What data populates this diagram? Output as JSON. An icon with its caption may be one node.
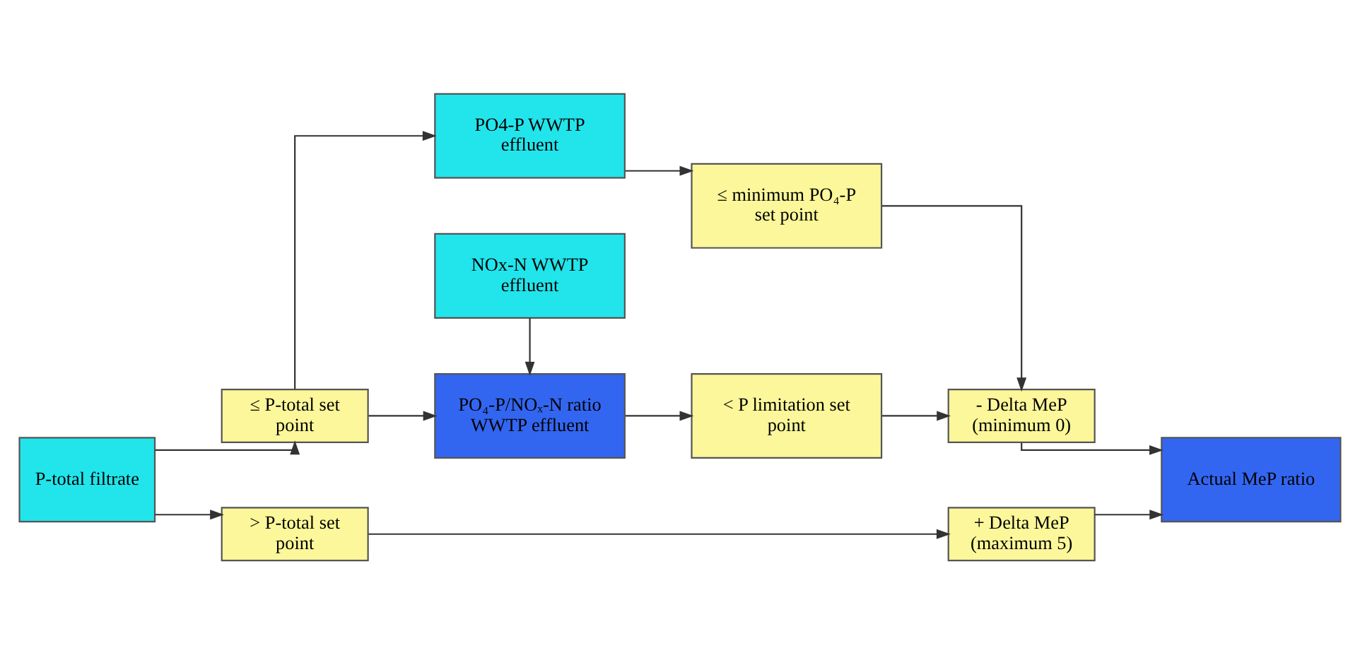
{
  "diagram": {
    "nodes": [
      {
        "text": [
          "P-total filtrate"
        ]
      },
      {
        "text": [
          "≤ P-total set point"
        ]
      },
      {
        "text": [
          "> P-total set point"
        ]
      },
      {
        "text": [
          "PO4-P WWTP effluent"
        ]
      },
      {
        "text": [
          "PO₄-P/NOₓ-N ratio WWTP effluent"
        ]
      },
      {
        "text": [
          "NOx-N WWTP effluent"
        ]
      },
      {
        "text": [
          "≤ minimum PO₄-P set point"
        ]
      },
      {
        "text": [
          "< P limitation set point"
        ]
      },
      {
        "text": [
          "- Delta MeP (minimum 0)"
        ]
      },
      {
        "text": [
          "+ Delta MeP (maximum 5)"
        ]
      },
      {
        "text": [
          "Actual MeP ratio"
        ]
      }
    ],
    "edges": [
      {
        "from": 0,
        "to": 1,
        "arrow": "to"
      },
      {
        "from": 0,
        "to": 2,
        "arrow": "to"
      },
      {
        "from": 1,
        "to": 3,
        "arrow": "to"
      },
      {
        "from": 1,
        "to": 4,
        "arrow": "to"
      },
      {
        "from": 3,
        "to": 6,
        "arrow": "to"
      },
      {
        "from": 4,
        "to": 7,
        "arrow": "to"
      },
      {
        "from": 5,
        "to": 4,
        "arrow": "to"
      },
      {
        "from": 6,
        "to": 8,
        "arrow": "to"
      },
      {
        "from": 7,
        "to": 8,
        "arrow": "to"
      },
      {
        "from": 2,
        "to": 9,
        "arrow": "to"
      },
      {
        "from": 8,
        "to": 10,
        "arrow": "to"
      },
      {
        "from": 9,
        "to": 10,
        "arrow": "to"
      }
    ]
  }
}
